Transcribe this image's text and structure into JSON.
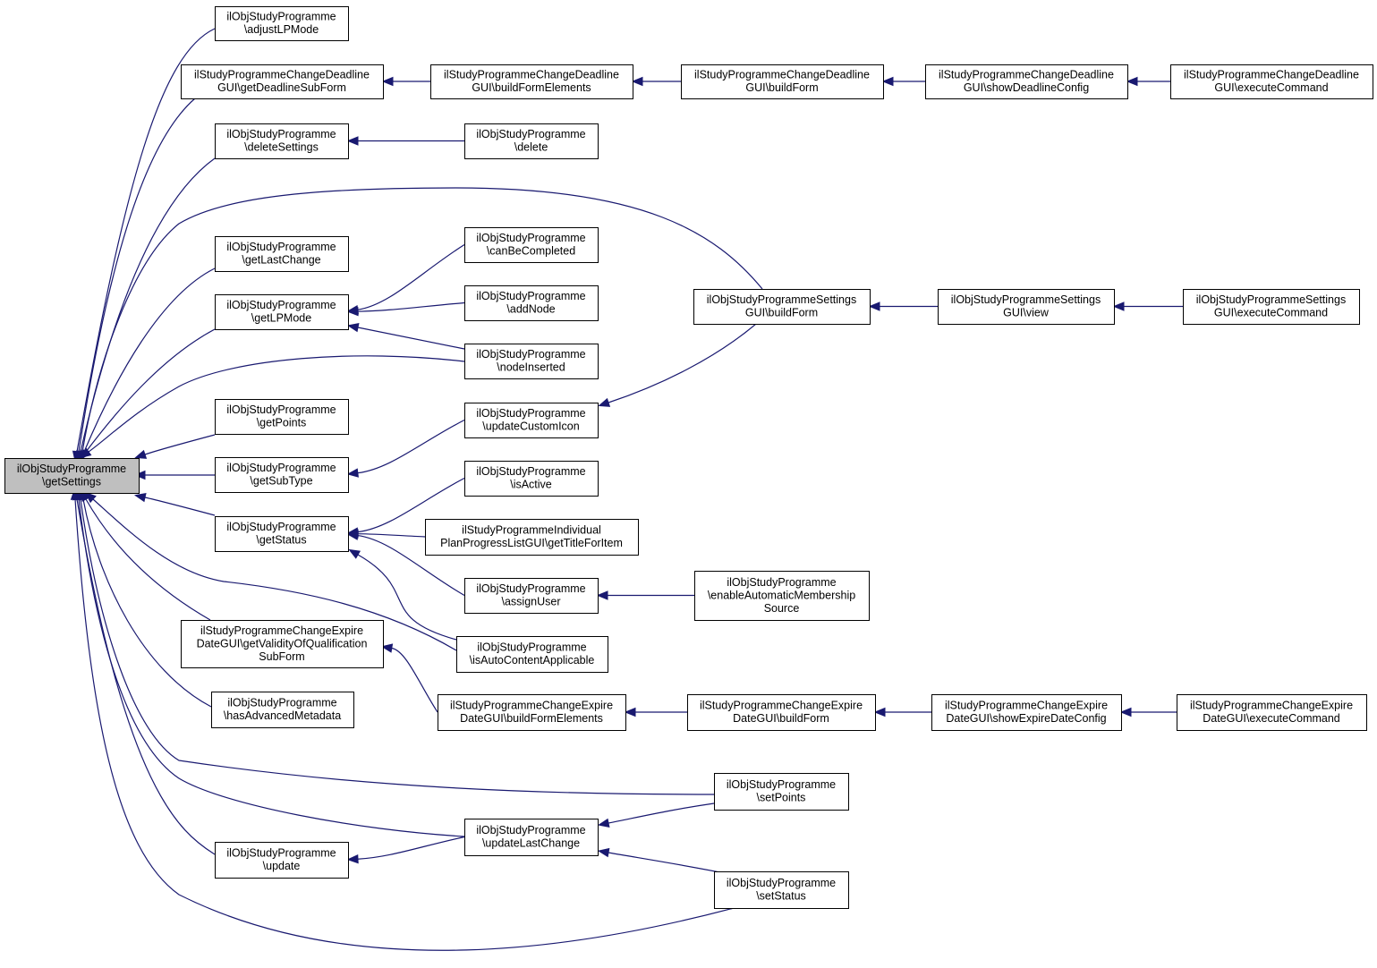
{
  "diagram": {
    "colors": {
      "edge": "#191970",
      "node_border": "#000000",
      "root_fill": "#bfbfbf",
      "node_fill": "#ffffff"
    },
    "nodes": [
      {
        "id": "root",
        "lines": [
          "ilObjStudyProgramme",
          "\\getSettings"
        ]
      },
      {
        "id": "adjustLPMode",
        "lines": [
          "ilObjStudyProgramme",
          "\\adjustLPMode"
        ]
      },
      {
        "id": "getDeadlineSubForm",
        "lines": [
          "ilStudyProgrammeChangeDeadline",
          "GUI\\getDeadlineSubForm"
        ]
      },
      {
        "id": "dl_buildFormElements",
        "lines": [
          "ilStudyProgrammeChangeDeadline",
          "GUI\\buildFormElements"
        ]
      },
      {
        "id": "dl_buildForm",
        "lines": [
          "ilStudyProgrammeChangeDeadline",
          "GUI\\buildForm"
        ]
      },
      {
        "id": "dl_showDeadlineConfig",
        "lines": [
          "ilStudyProgrammeChangeDeadline",
          "GUI\\showDeadlineConfig"
        ]
      },
      {
        "id": "dl_executeCommand",
        "lines": [
          "ilStudyProgrammeChangeDeadline",
          "GUI\\executeCommand"
        ]
      },
      {
        "id": "deleteSettings",
        "lines": [
          "ilObjStudyProgramme",
          "\\deleteSettings"
        ]
      },
      {
        "id": "delete",
        "lines": [
          "ilObjStudyProgramme",
          "\\delete"
        ]
      },
      {
        "id": "getLastChange",
        "lines": [
          "ilObjStudyProgramme",
          "\\getLastChange"
        ]
      },
      {
        "id": "getLPMode",
        "lines": [
          "ilObjStudyProgramme",
          "\\getLPMode"
        ]
      },
      {
        "id": "canBeCompleted",
        "lines": [
          "ilObjStudyProgramme",
          "\\canBeCompleted"
        ]
      },
      {
        "id": "addNode",
        "lines": [
          "ilObjStudyProgramme",
          "\\addNode"
        ]
      },
      {
        "id": "nodeInserted",
        "lines": [
          "ilObjStudyProgramme",
          "\\nodeInserted"
        ]
      },
      {
        "id": "st_buildForm",
        "lines": [
          "ilObjStudyProgrammeSettings",
          "GUI\\buildForm"
        ]
      },
      {
        "id": "st_view",
        "lines": [
          "ilObjStudyProgrammeSettings",
          "GUI\\view"
        ]
      },
      {
        "id": "st_executeCommand",
        "lines": [
          "ilObjStudyProgrammeSettings",
          "GUI\\executeCommand"
        ]
      },
      {
        "id": "getPoints",
        "lines": [
          "ilObjStudyProgramme",
          "\\getPoints"
        ]
      },
      {
        "id": "updateCustomIcon",
        "lines": [
          "ilObjStudyProgramme",
          "\\updateCustomIcon"
        ]
      },
      {
        "id": "getSubType",
        "lines": [
          "ilObjStudyProgramme",
          "\\getSubType"
        ]
      },
      {
        "id": "isActive",
        "lines": [
          "ilObjStudyProgramme",
          "\\isActive"
        ]
      },
      {
        "id": "getStatus",
        "lines": [
          "ilObjStudyProgramme",
          "\\getStatus"
        ]
      },
      {
        "id": "getTitleForItem",
        "lines": [
          "ilStudyProgrammeIndividual",
          "PlanProgressListGUI\\getTitleForItem"
        ]
      },
      {
        "id": "assignUser",
        "lines": [
          "ilObjStudyProgramme",
          "\\assignUser"
        ]
      },
      {
        "id": "enableAutomaticMembershipSource",
        "lines": [
          "ilObjStudyProgramme",
          "\\enableAutomaticMembership",
          "Source"
        ]
      },
      {
        "id": "isAutoContentApplicable",
        "lines": [
          "ilObjStudyProgramme",
          "\\isAutoContentApplicable"
        ]
      },
      {
        "id": "getValidityOfQualificationSubForm",
        "lines": [
          "ilStudyProgrammeChangeExpire",
          "DateGUI\\getValidityOfQualification",
          "SubForm"
        ]
      },
      {
        "id": "ex_buildFormElements",
        "lines": [
          "ilStudyProgrammeChangeExpire",
          "DateGUI\\buildFormElements"
        ]
      },
      {
        "id": "ex_buildForm",
        "lines": [
          "ilStudyProgrammeChangeExpire",
          "DateGUI\\buildForm"
        ]
      },
      {
        "id": "ex_showExpireDateConfig",
        "lines": [
          "ilStudyProgrammeChangeExpire",
          "DateGUI\\showExpireDateConfig"
        ]
      },
      {
        "id": "ex_executeCommand",
        "lines": [
          "ilStudyProgrammeChangeExpire",
          "DateGUI\\executeCommand"
        ]
      },
      {
        "id": "hasAdvancedMetadata",
        "lines": [
          "ilObjStudyProgramme",
          "\\hasAdvancedMetadata"
        ]
      },
      {
        "id": "setPoints",
        "lines": [
          "ilObjStudyProgramme",
          "\\setPoints"
        ]
      },
      {
        "id": "updateLastChange",
        "lines": [
          "ilObjStudyProgramme",
          "\\updateLastChange"
        ]
      },
      {
        "id": "update",
        "lines": [
          "ilObjStudyProgramme",
          "\\update"
        ]
      },
      {
        "id": "setStatus",
        "lines": [
          "ilObjStudyProgramme",
          "\\setStatus"
        ]
      }
    ],
    "edges": [
      {
        "from": "adjustLPMode",
        "to": "root"
      },
      {
        "from": "getDeadlineSubForm",
        "to": "root"
      },
      {
        "from": "deleteSettings",
        "to": "root"
      },
      {
        "from": "st_buildForm",
        "to": "root"
      },
      {
        "from": "getLastChange",
        "to": "root"
      },
      {
        "from": "getLPMode",
        "to": "root"
      },
      {
        "from": "nodeInserted",
        "to": "root"
      },
      {
        "from": "getPoints",
        "to": "root"
      },
      {
        "from": "getSubType",
        "to": "root"
      },
      {
        "from": "getStatus",
        "to": "root"
      },
      {
        "from": "isAutoContentApplicable",
        "to": "root"
      },
      {
        "from": "getValidityOfQualificationSubForm",
        "to": "root"
      },
      {
        "from": "hasAdvancedMetadata",
        "to": "root"
      },
      {
        "from": "setPoints",
        "to": "root"
      },
      {
        "from": "updateLastChange",
        "to": "root"
      },
      {
        "from": "update",
        "to": "root"
      },
      {
        "from": "setStatus",
        "to": "root"
      },
      {
        "from": "dl_buildFormElements",
        "to": "getDeadlineSubForm"
      },
      {
        "from": "dl_buildForm",
        "to": "dl_buildFormElements"
      },
      {
        "from": "dl_showDeadlineConfig",
        "to": "dl_buildForm"
      },
      {
        "from": "dl_executeCommand",
        "to": "dl_showDeadlineConfig"
      },
      {
        "from": "delete",
        "to": "deleteSettings"
      },
      {
        "from": "canBeCompleted",
        "to": "getLPMode"
      },
      {
        "from": "addNode",
        "to": "getLPMode"
      },
      {
        "from": "nodeInserted",
        "to": "getLPMode"
      },
      {
        "from": "st_view",
        "to": "st_buildForm"
      },
      {
        "from": "st_executeCommand",
        "to": "st_view"
      },
      {
        "from": "updateCustomIcon",
        "to": "getSubType"
      },
      {
        "from": "st_buildForm",
        "to": "updateCustomIcon"
      },
      {
        "from": "isActive",
        "to": "getStatus"
      },
      {
        "from": "getTitleForItem",
        "to": "getStatus"
      },
      {
        "from": "assignUser",
        "to": "getStatus"
      },
      {
        "from": "isAutoContentApplicable",
        "to": "getStatus"
      },
      {
        "from": "enableAutomaticMembershipSource",
        "to": "assignUser"
      },
      {
        "from": "ex_buildFormElements",
        "to": "getValidityOfQualificationSubForm"
      },
      {
        "from": "ex_buildForm",
        "to": "ex_buildFormElements"
      },
      {
        "from": "ex_showExpireDateConfig",
        "to": "ex_buildForm"
      },
      {
        "from": "ex_executeCommand",
        "to": "ex_showExpireDateConfig"
      },
      {
        "from": "setPoints",
        "to": "updateLastChange"
      },
      {
        "from": "setStatus",
        "to": "updateLastChange"
      },
      {
        "from": "updateLastChange",
        "to": "update"
      }
    ]
  }
}
